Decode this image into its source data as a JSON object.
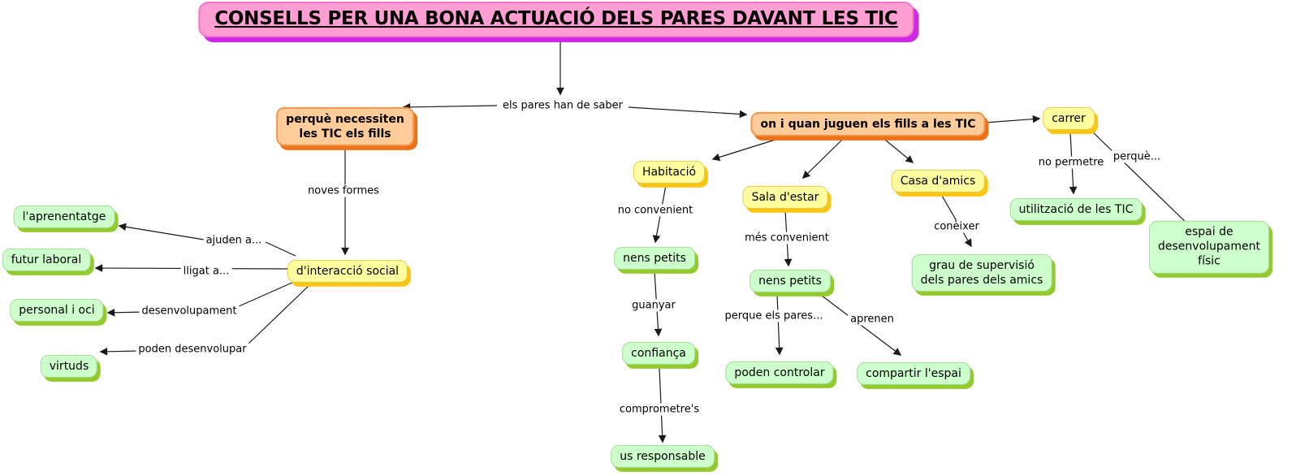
{
  "diagram_title": "CONSELLS PER UNA BONA ACTUACIÓ DELS PARES DAVANT LES TIC",
  "nodes": {
    "perque_necessiten": "perquè necessiten\nles TIC els fills",
    "on_i_quan": "on i quan juguen els fills a les TIC",
    "carrer": "carrer",
    "dinteraccio_social": "d'interacció social",
    "laprenentatge": "l'aprenentatge",
    "futur_laboral": "futur laboral",
    "personal_i_oci": "personal i oci",
    "virtuds": "virtuds",
    "habitacio": "Habitació",
    "nens_petits_1": "nens petits",
    "confianca": "confiança",
    "us_responsable": "us responsable",
    "sala_destar": "Sala d'estar",
    "nens_petits_2": "nens petits",
    "poden_controlar": "poden controlar",
    "compartir_lespai": "compartir l'espai",
    "casa_damics": "Casa d'amics",
    "grau_supervisio": "grau de supervisió\ndels pares dels amics",
    "utilitzacio_tic": "utilització de les TIC",
    "espai_fisic": "espai de desenvolupament físic"
  },
  "edge_labels": {
    "els_pares_han_de_saber": "els pares han de saber",
    "noves_formes": "noves formes",
    "ajuden_a": "ajuden a...",
    "lligat_a": "lligat a...",
    "desenvolupament": "desenvolupament",
    "poden_desenvolupar": "poden desenvolupar",
    "no_convenient": "no convenient",
    "guanyar": "guanyar",
    "comprometres": "comprometre's",
    "mes_convenient": "més convenient",
    "perque_els_pares": "perque els pares...",
    "aprenen": "aprenen",
    "coneixer": "conèixer",
    "no_permetre": "no permetre",
    "perque": "perquè..."
  },
  "colors": {
    "title_fill": "#ff9ed2",
    "title_shadow": "#ce29e6",
    "topic_fill": "#ffcc99",
    "topic_shadow": "#ed7217",
    "place_fill": "#ffffa0",
    "place_shadow": "#fdc513",
    "detail_fill": "#ccffcc",
    "detail_shadow": "#93ca2c"
  }
}
